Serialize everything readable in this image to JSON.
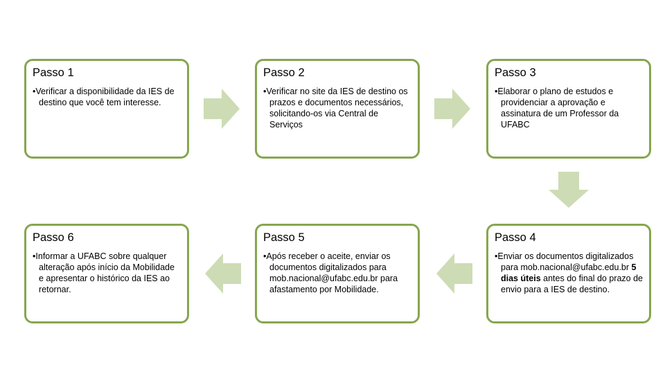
{
  "steps": [
    {
      "title": "Passo 1",
      "text": "Verificar a disponibilidade da IES de destino que você tem interesse."
    },
    {
      "title": "Passo 2",
      "text": "Verificar no site da IES de destino os prazos e documentos necessários, solicitando-os via Central de Serviços"
    },
    {
      "title": "Passo 3",
      "text": "Elaborar o plano de estudos e providenciar a aprovação e assinatura de um Professor da UFABC"
    },
    {
      "title": "Passo 4",
      "text_before": "Enviar os documentos digitalizados para mob.nacional@ufabc.edu.br ",
      "text_bold": "5 dias úteis",
      "text_after": " antes do final do prazo de envio para a IES de destino."
    },
    {
      "title": "Passo 5",
      "text": "Após receber o aceite, enviar os documentos digitalizados para mob.nacional@ufabc.edu.br para afastamento por Mobilidade."
    },
    {
      "title": "Passo 6",
      "text": "Informar a UFABC sobre qualquer alteração após início da Mobilidade e apresentar o histórico da IES ao retornar."
    }
  ],
  "bullet": "•",
  "colors": {
    "border": "#86a64e",
    "arrow": "#cddcb4"
  }
}
